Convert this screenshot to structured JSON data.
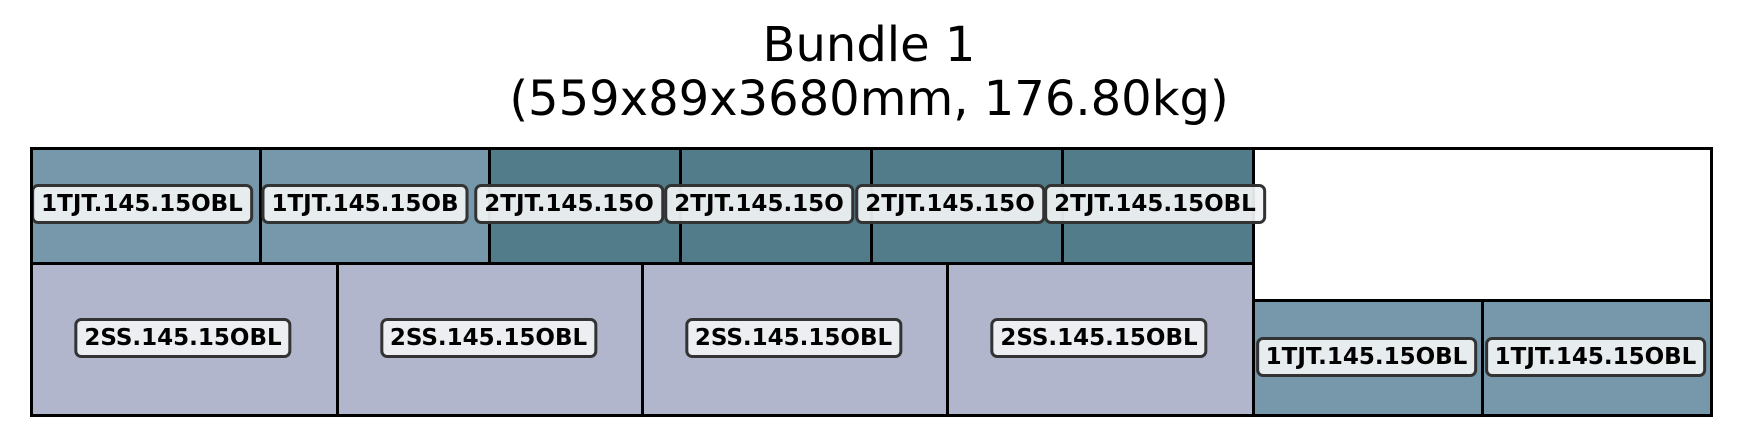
{
  "title": {
    "line1": "Bundle 1",
    "line2": "(559x89x3680mm, 176.80kg)"
  },
  "colors": {
    "1TJT": "#7698aa",
    "2TJT": "#527c89",
    "2SS": "#b1b6cd",
    "empty": "#ffffff",
    "outline": "#000000"
  },
  "pieces": {
    "top_row": [
      {
        "type": "1TJT",
        "label": "1TJT.145.15OBL"
      },
      {
        "type": "1TJT",
        "label": "1TJT.145.15OB"
      },
      {
        "type": "2TJT",
        "label": "2TJT.145.15O"
      },
      {
        "type": "2TJT",
        "label": "2TJT.145.15O"
      },
      {
        "type": "2TJT",
        "label": "2TJT.145.15O"
      },
      {
        "type": "2TJT",
        "label": "2TJT.145.15OBL"
      }
    ],
    "bottom_row": [
      {
        "type": "2SS",
        "label": "2SS.145.15OBL"
      },
      {
        "type": "2SS",
        "label": "2SS.145.15OBL"
      },
      {
        "type": "2SS",
        "label": "2SS.145.15OBL"
      },
      {
        "type": "2SS",
        "label": "2SS.145.15OBL"
      }
    ],
    "right_bottom": [
      {
        "type": "1TJT",
        "label": "1TJT.145.15OBL"
      },
      {
        "type": "1TJT",
        "label": "1TJT.145.15OBL"
      }
    ]
  }
}
